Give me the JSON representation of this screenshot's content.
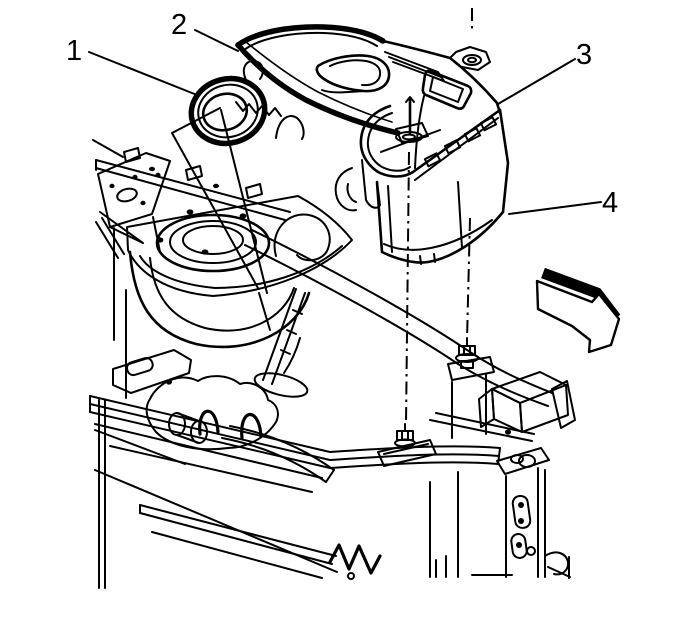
{
  "figure": {
    "kind": "service-manual line illustration",
    "subject": "air cleaner assembly over engine compartment and frame",
    "background_color": "#ffffff",
    "line_color": "#000000",
    "callouts": [
      {
        "label": "1"
      },
      {
        "label": "2"
      },
      {
        "label": "3"
      },
      {
        "label": "4"
      }
    ],
    "direction_arrow": {
      "style": "3d-block-arrow",
      "direction": "down-right"
    }
  }
}
